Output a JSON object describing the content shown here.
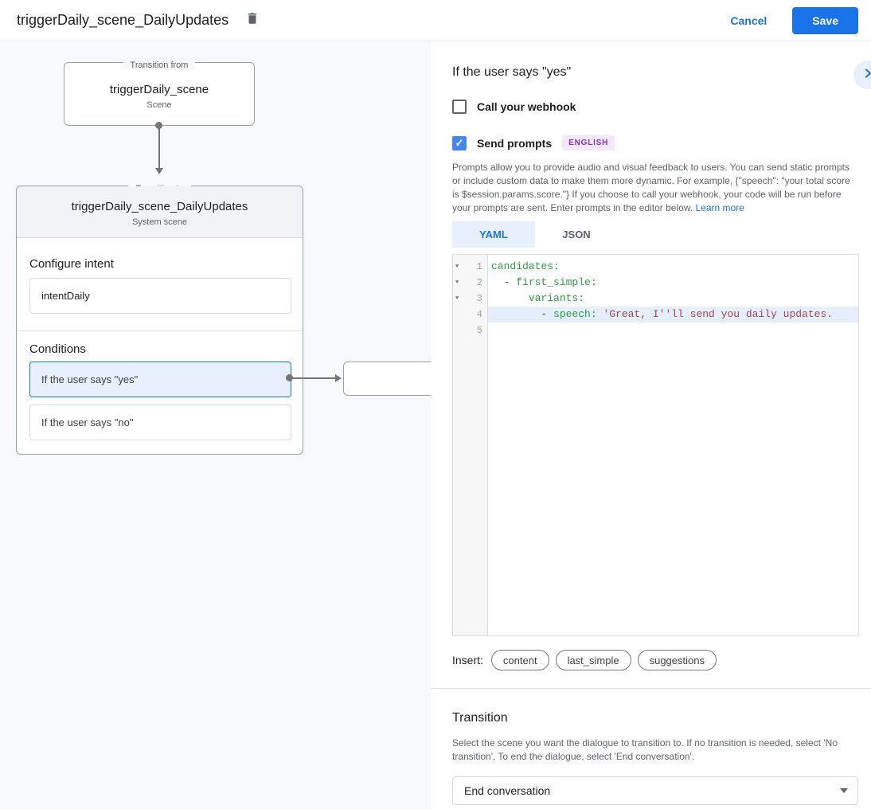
{
  "colors": {
    "accent": "#1a73e8",
    "selected_bg": "#e8f0fe",
    "badge_bg": "#f3e8fd",
    "badge_text": "#8430ce",
    "code_key_green": "#2f9e44",
    "code_string_red": "#a94452",
    "canvas_bg": "#f8f9fa"
  },
  "header": {
    "title": "triggerDaily_scene_DailyUpdates",
    "cancel_label": "Cancel",
    "save_label": "Save"
  },
  "canvas": {
    "from_box": {
      "legend": "Transition from",
      "title": "triggerDaily_scene",
      "subtitle": "Scene"
    },
    "to_card": {
      "legend": "Transition to",
      "title": "triggerDaily_scene_DailyUpdates",
      "subtitle": "System scene",
      "intent_label": "Configure intent",
      "intent_value": "intentDaily",
      "conditions_label": "Conditions",
      "conditions": [
        {
          "label": "If the user says \"yes\"",
          "selected": true
        },
        {
          "label": "If the user says \"no\"",
          "selected": false
        }
      ]
    }
  },
  "panel": {
    "title": "If the user says \"yes\"",
    "webhook_label": "Call your webhook",
    "webhook_checked": false,
    "prompts_label": "Send prompts",
    "prompts_checked": true,
    "language_badge": "ENGLISH",
    "description": "Prompts allow you to provide audio and visual feedback to users. You can send static prompts or include custom data to make them more dynamic. For example, {\"speech\": \"your total score is $session.params.score.\"} If you choose to call your webhook, your code will be run before your prompts are sent. Enter prompts in the editor below.",
    "learn_more_label": "Learn more",
    "tabs": [
      {
        "label": "YAML",
        "active": true
      },
      {
        "label": "JSON",
        "active": false
      }
    ],
    "editor_lines": [
      {
        "num": 1,
        "fold": true,
        "highlight": false,
        "tokens": [
          [
            "candidates:",
            "key"
          ]
        ]
      },
      {
        "num": 2,
        "fold": true,
        "highlight": false,
        "tokens": [
          [
            "  - ",
            "plain"
          ],
          [
            "first_simple:",
            "key"
          ]
        ]
      },
      {
        "num": 3,
        "fold": true,
        "highlight": false,
        "tokens": [
          [
            "      ",
            "plain"
          ],
          [
            "variants:",
            "key"
          ]
        ]
      },
      {
        "num": 4,
        "fold": false,
        "highlight": true,
        "tokens": [
          [
            "        - ",
            "plain"
          ],
          [
            "speech:",
            "key"
          ],
          [
            " ",
            "plain"
          ],
          [
            "'Great, I''ll send you daily updates.",
            "string"
          ]
        ]
      },
      {
        "num": 5,
        "fold": false,
        "highlight": false,
        "tokens": []
      }
    ],
    "insert_label": "Insert:",
    "insert_chips": [
      "content",
      "last_simple",
      "suggestions"
    ],
    "transition": {
      "title": "Transition",
      "description": "Select the scene you want the dialogue to transition to. If no transition is needed, select 'No transition'. To end the dialogue, select 'End conversation'.",
      "selected_value": "End conversation"
    }
  }
}
